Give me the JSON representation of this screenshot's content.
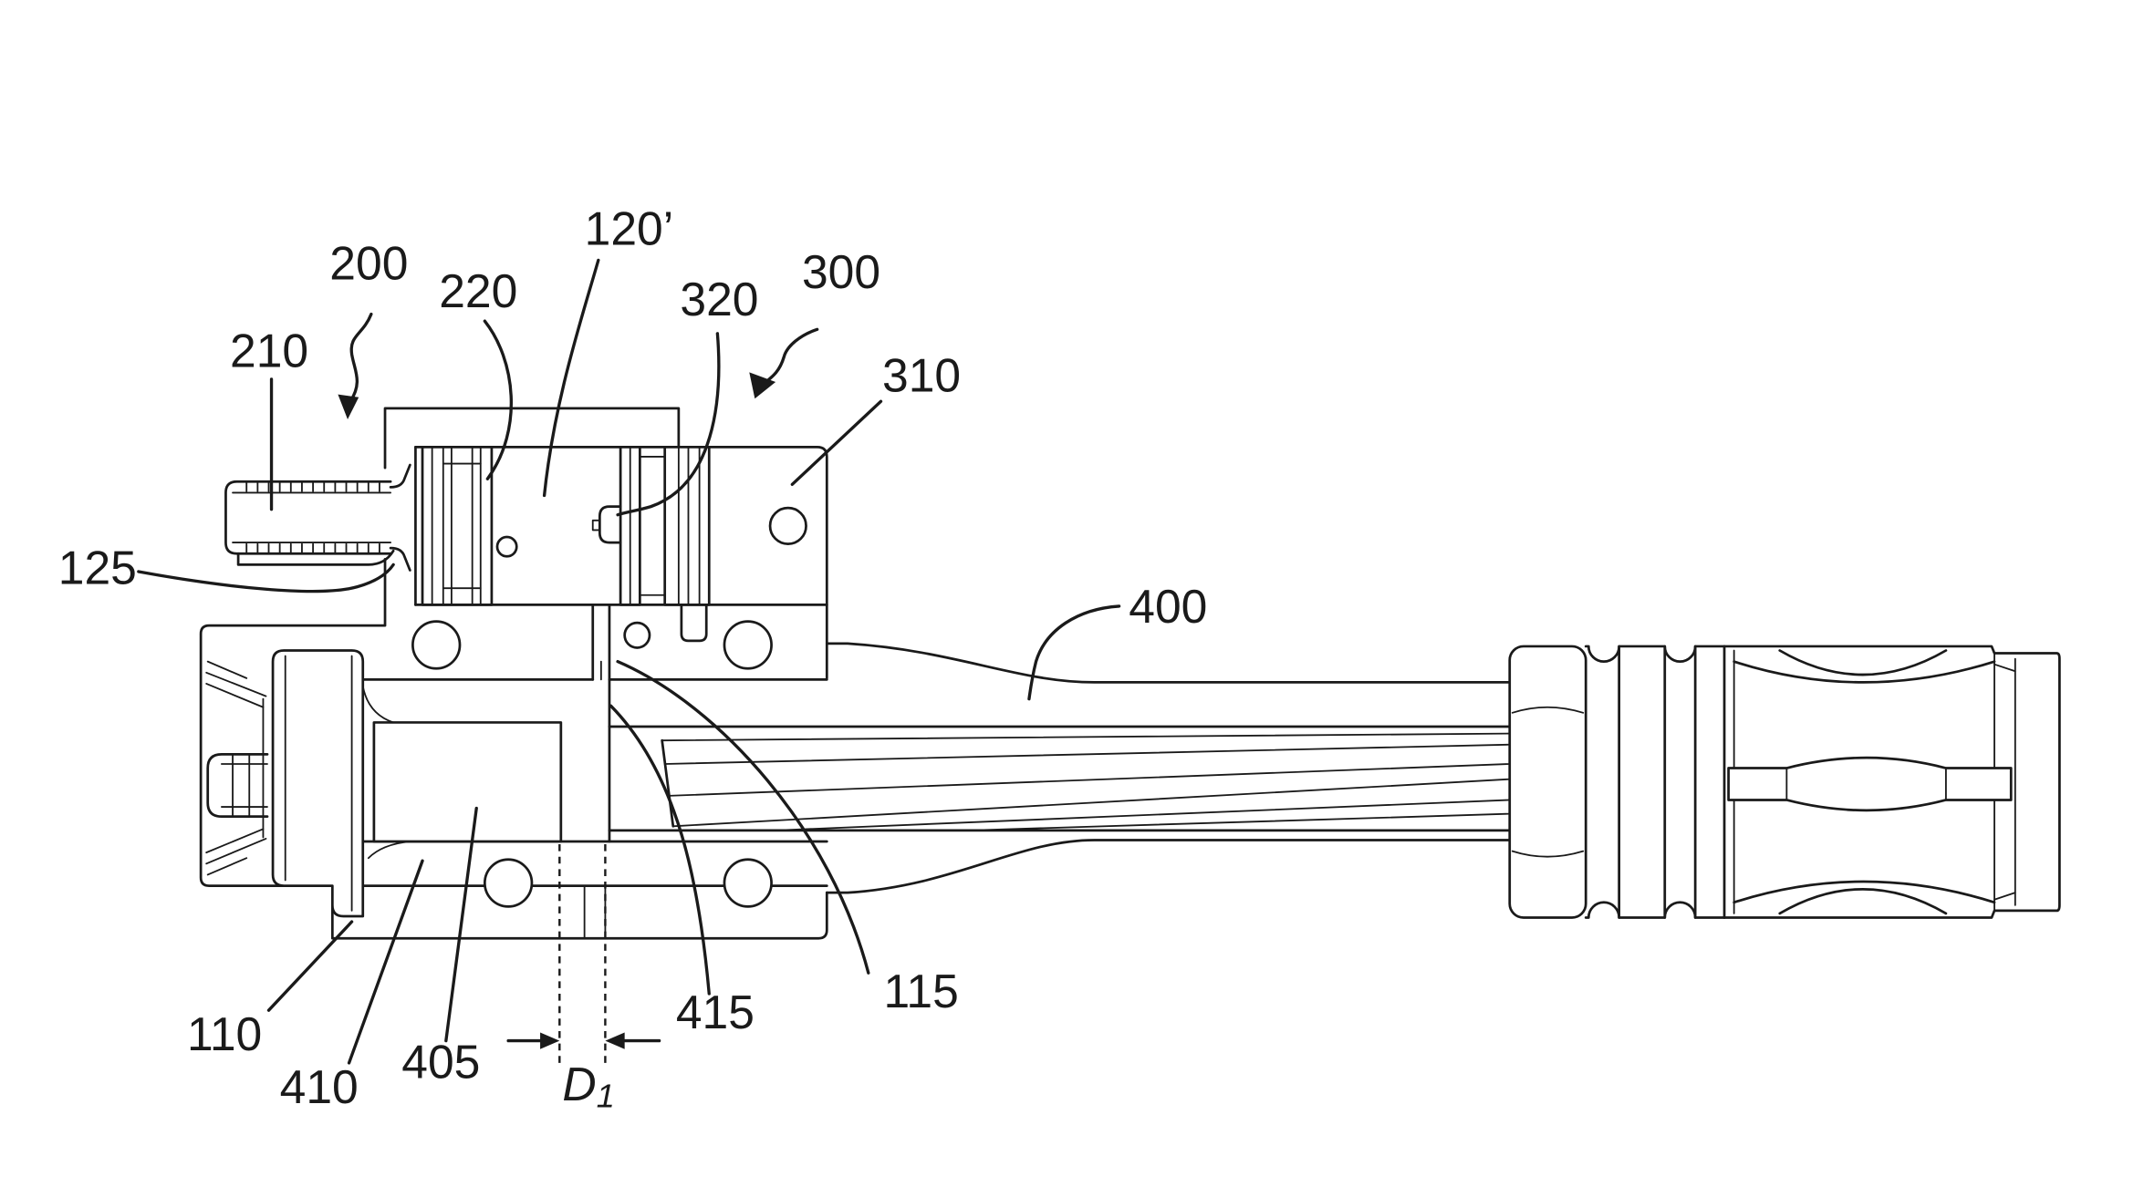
{
  "figure": {
    "ref_200": "200",
    "ref_210": "210",
    "ref_220": "220",
    "ref_120_prime": "120’",
    "ref_320": "320",
    "ref_300": "300",
    "ref_310": "310",
    "ref_125": "125",
    "ref_400": "400",
    "ref_110": "110",
    "ref_410": "410",
    "ref_405": "405",
    "ref_415": "415",
    "ref_115": "115",
    "dimension_symbol": "D",
    "dimension_subscript": "1"
  },
  "colors": {
    "ink": "#1a1a1a",
    "background": "#ffffff"
  }
}
